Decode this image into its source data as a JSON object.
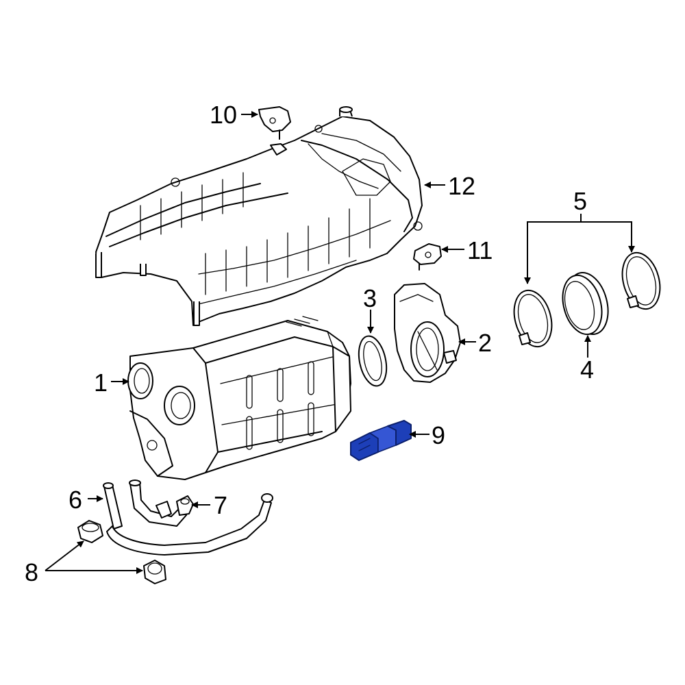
{
  "callouts": {
    "c1": "1",
    "c2": "2",
    "c3": "3",
    "c4": "4",
    "c5": "5",
    "c6": "6",
    "c7": "7",
    "c8": "8",
    "c9": "9",
    "c10": "10",
    "c11": "11",
    "c12": "12"
  },
  "colors": {
    "highlight": "#1d3fb8",
    "line": "#000000",
    "background": "#ffffff"
  }
}
